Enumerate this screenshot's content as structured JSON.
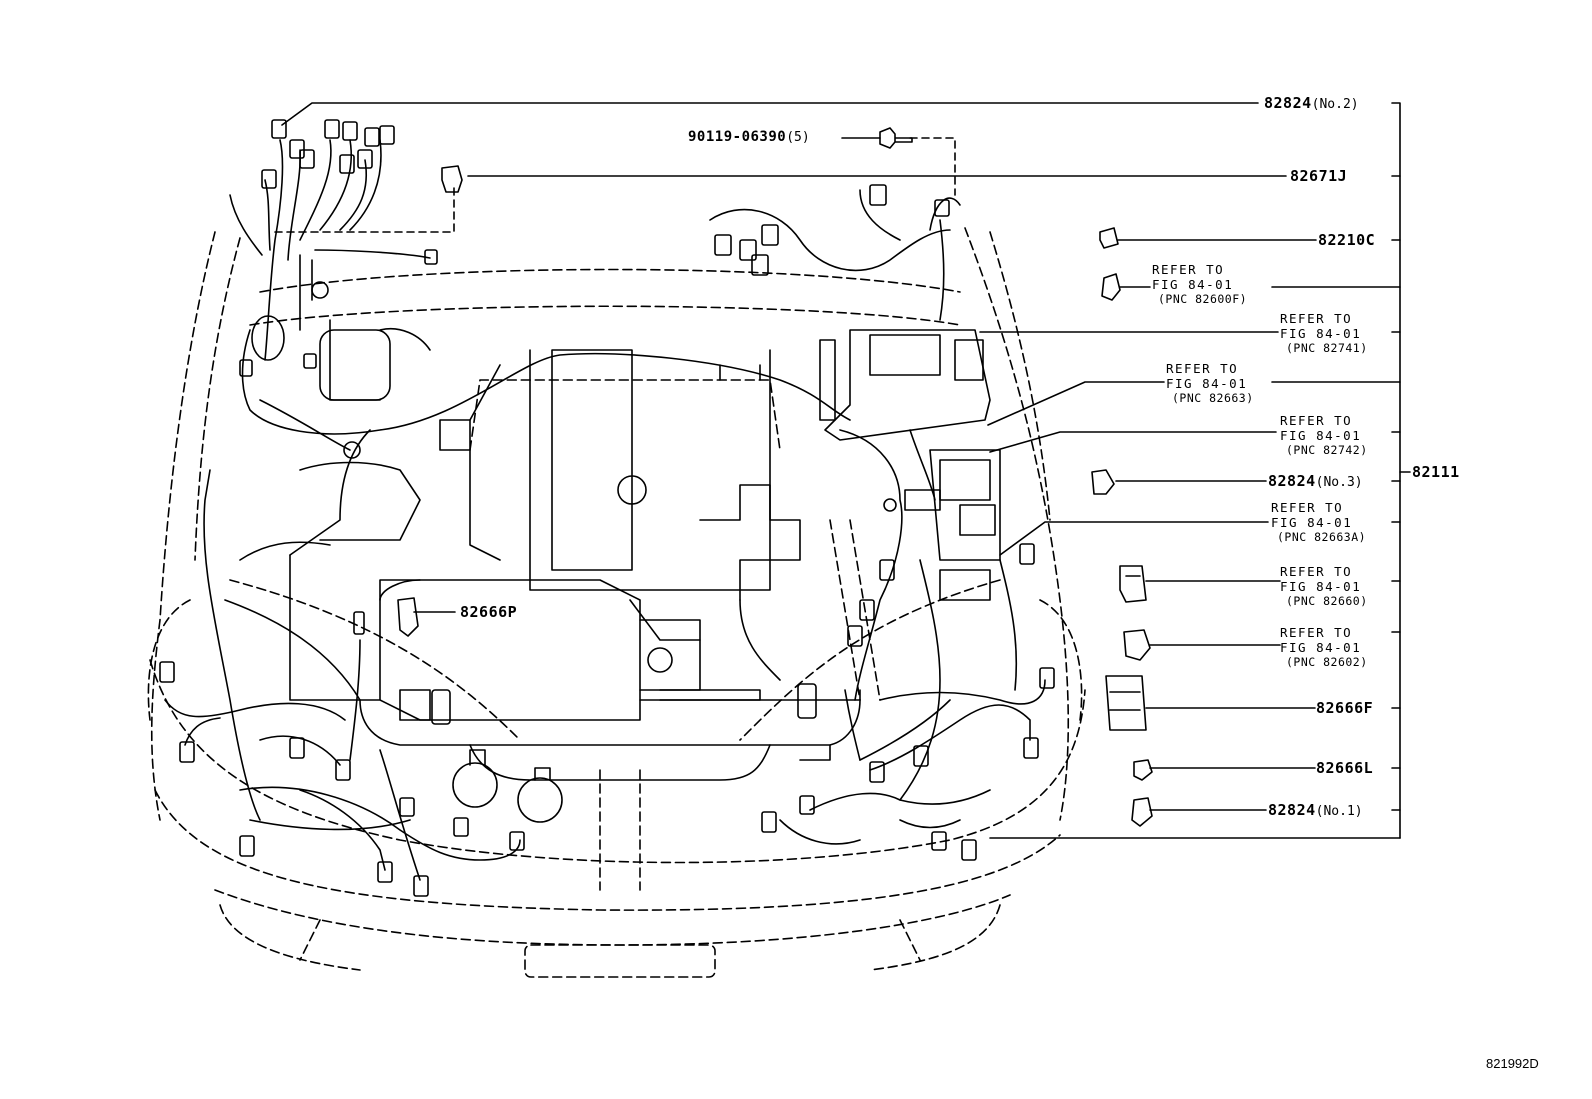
{
  "parts": {
    "p82824_no2": {
      "code": "82824",
      "suffix": "(No.2)"
    },
    "p90119": {
      "code": "90119-06390",
      "suffix": "(5)"
    },
    "p82671J": {
      "code": "82671J"
    },
    "p82210C": {
      "code": "82210C"
    },
    "p82824_no3": {
      "code": "82824",
      "suffix": "(No.3)"
    },
    "p82111": {
      "code": "82111"
    },
    "p82666P": {
      "code": "82666P"
    },
    "p82666F": {
      "code": "82666F"
    },
    "p82666L": {
      "code": "82666L"
    },
    "p82824_no1": {
      "code": "82824",
      "suffix": "(No.1)"
    }
  },
  "refs": [
    {
      "l1": "REFER TO",
      "l2": "FIG 84-01",
      "pnc": "(PNC 82600F)"
    },
    {
      "l1": "REFER TO",
      "l2": "FIG 84-01",
      "pnc": "(PNC 82741)"
    },
    {
      "l1": "REFER TO",
      "l2": "FIG 84-01",
      "pnc": "(PNC 82663)"
    },
    {
      "l1": "REFER TO",
      "l2": "FIG 84-01",
      "pnc": "(PNC 82742)"
    },
    {
      "l1": "REFER TO",
      "l2": "FIG 84-01",
      "pnc": "(PNC 82663A)"
    },
    {
      "l1": "REFER TO",
      "l2": "FIG 84-01",
      "pnc": "(PNC 82660)"
    },
    {
      "l1": "REFER TO",
      "l2": "FIG 84-01",
      "pnc": "(PNC 82602)"
    }
  ],
  "figure_number": "821992D"
}
